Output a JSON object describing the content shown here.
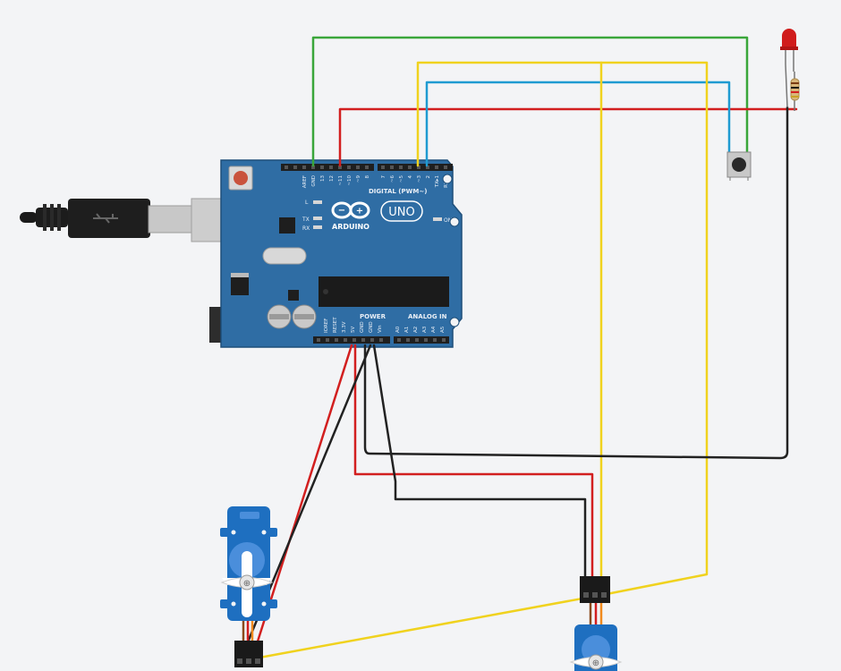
{
  "board": {
    "reset_label": "",
    "aref": "AREF",
    "gnd": "GND",
    "pins_digital": [
      "13",
      "12",
      "~11",
      "~10",
      "~9",
      "8",
      "7",
      "~6",
      "~5",
      "4",
      "~3",
      "2",
      "TX▸1",
      "RX◂0"
    ],
    "digital_label": "DIGITAL (PWM~)",
    "led_l": "L",
    "led_tx": "TX",
    "led_rx": "RX",
    "brand": "ARDUINO",
    "model": "UNO",
    "on_label": "ON",
    "power_label": "POWER",
    "analog_label": "ANALOG IN",
    "pins_power": [
      "IOREF",
      "RESET",
      "3.3V",
      "5V",
      "GND",
      "GND",
      "Vin"
    ],
    "pins_analog": [
      "A0",
      "A1",
      "A2",
      "A3",
      "A4",
      "A5"
    ]
  },
  "colors": {
    "background": "#f3f4f6",
    "board": "#2f6da4",
    "wire_green": "#3aa63a",
    "wire_red": "#d21f1f",
    "wire_yellow": "#f0d21e",
    "wire_blue": "#1f9bd1",
    "wire_black": "#222222",
    "servo_blue": "#1e6fc0",
    "led_red": "#d01c1c"
  },
  "components": {
    "led": "red-led",
    "resistor": "resistor",
    "button": "pushbutton",
    "servo_left": "micro-servo",
    "servo_right": "micro-servo",
    "usb": "usb-cable",
    "power_jack": "dc-barrel-jack"
  }
}
